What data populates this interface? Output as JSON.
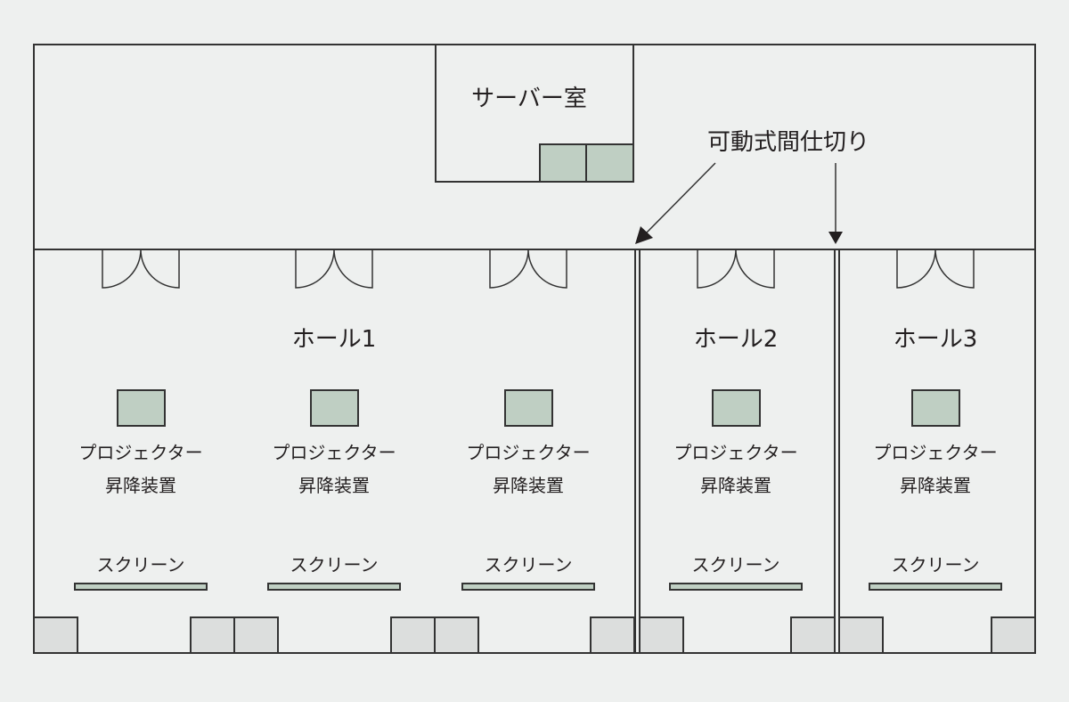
{
  "server_room": {
    "label": "サーバー室"
  },
  "partition_label": "可動式間仕切り",
  "halls": [
    {
      "label": "ホール1"
    },
    {
      "label": "ホール2"
    },
    {
      "label": "ホール3"
    }
  ],
  "projector": {
    "line1": "プロジェクター",
    "line2": "昇降装置"
  },
  "screen": {
    "label": "スクリーン"
  },
  "colors": {
    "equipment": "#bfcfc3",
    "storage": "#dcdedd",
    "background": "#eef0ef"
  }
}
